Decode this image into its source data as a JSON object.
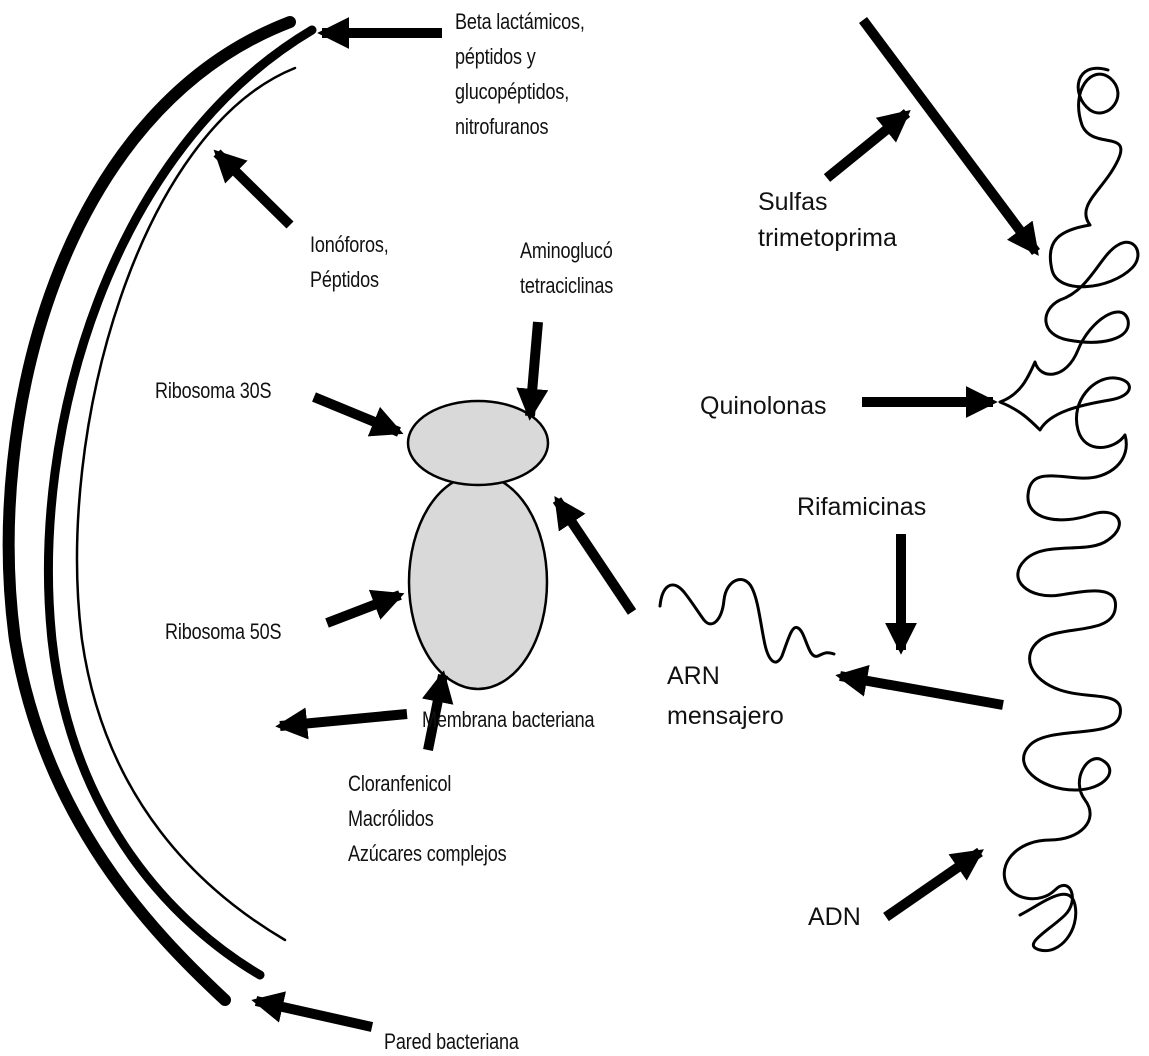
{
  "colors": {
    "background": "#ffffff",
    "ink": "#000000",
    "ribosome_fill": "#d9d9d9"
  },
  "labels": {
    "beta_lactamicos": "Beta lactámicos,\npéptidos y\nglucopéptidos,\nnitrofuranos",
    "ionoforos": "Ionóforos,\nPéptidos",
    "aminoglucosidos": "Aminoglucó\ntetraciclinas",
    "ribosoma_30s": "Ribosoma 30S",
    "ribosoma_50s": "Ribosoma 50S",
    "cloranfenicol": "Cloranfenicol\nMacrólidos\nAzúcares complejos",
    "membrana": "Membrana bacteriana",
    "pared": "Pared bacteriana",
    "sulfas": "Sulfas\ntrimetoprima",
    "quinolonas": "Quinolonas",
    "rifamicinas": "Rifamicinas",
    "arn": "ARN\nmensajero",
    "adn": "ADN"
  }
}
